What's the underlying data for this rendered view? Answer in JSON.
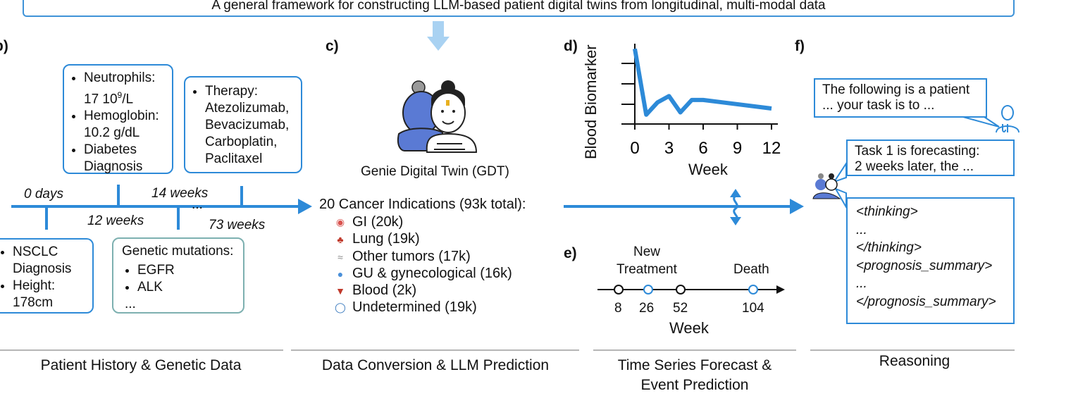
{
  "banner": {
    "text": "A general framework for constructing LLM-based patient digital twins from longitudinal, multi-modal data"
  },
  "panels": {
    "b": "b)",
    "c": "c)",
    "d": "d)",
    "e": "e)",
    "f": "f)"
  },
  "panel_b": {
    "labs_box": {
      "item1_a": "Neutrophils:",
      "item1_b_prefix": "17 10",
      "item1_b_sup": "9",
      "item1_b_suffix": "/L",
      "item2_a": "Hemoglobin:",
      "item2_b": "10.2 g/dL",
      "item3_a": "Diabetes",
      "item3_b": "Diagnosis"
    },
    "therapy_box": {
      "item_a": "Therapy:",
      "lines": [
        "Atezolizumab,",
        "Bevacizumab,",
        "Carboplatin,",
        "Paclitaxel"
      ]
    },
    "diagnosis_box": {
      "item1_a": "NSCLC",
      "item1_b": "Diagnosis",
      "item2_a": "Height:",
      "item2_b": "178cm"
    },
    "genetic_box": {
      "title": "Genetic mutations:",
      "items": [
        "EGFR",
        "ALK"
      ],
      "more": "..."
    },
    "timeline": {
      "t0": "0 days",
      "t1": "12 weeks",
      "t2": "14 weeks",
      "ellipsis": "...",
      "t3": "73 weeks"
    },
    "caption": "Patient History & Genetic Data"
  },
  "panel_c": {
    "twin_label": "Genie Digital Twin (GDT)",
    "indications_title": "20 Cancer Indications (93k total):",
    "indications": [
      {
        "icon": "stomach-icon",
        "label": "GI (20k)",
        "color": "#d9534f"
      },
      {
        "icon": "lungs-icon",
        "label": "Lung (19k)",
        "color": "#c0392b"
      },
      {
        "icon": "ribbon-icon",
        "label": "Other tumors (17k)",
        "color": "#888888"
      },
      {
        "icon": "droplet-icon",
        "label": "GU & gynecological (16k)",
        "color": "#4a90d9"
      },
      {
        "icon": "blood-bag-icon",
        "label": "Blood (2k)",
        "color": "#c0392b"
      },
      {
        "icon": "globe-icon",
        "label": "Undetermined (19k)",
        "color": "#3b7bbf"
      }
    ],
    "caption": "Data Conversion & LLM Prediction"
  },
  "panel_d": {
    "chart_data": {
      "type": "line",
      "x": [
        0,
        1,
        2,
        3,
        4,
        5,
        6,
        12
      ],
      "series": [
        {
          "values": [
            0.97,
            0.12,
            0.28,
            0.36,
            0.15,
            0.31,
            0.31,
            0.2
          ]
        }
      ],
      "xlabel": "Week",
      "ylabel": "Blood Biomarker",
      "xticks": [
        "0",
        "3",
        "6",
        "9",
        "12"
      ],
      "xlim": [
        0,
        12
      ],
      "ylim": [
        0,
        1
      ]
    }
  },
  "panel_e": {
    "event_new": [
      "New",
      "Treatment"
    ],
    "event_death": "Death",
    "ticks": [
      "8",
      "26",
      "52",
      "104"
    ],
    "xlabel": "Week",
    "caption": [
      "Time Series Forecast &",
      "Event Prediction"
    ]
  },
  "panel_f": {
    "prompt": [
      "The following is a patient",
      "... your task is to ..."
    ],
    "task": [
      "Task 1 is forecasting:",
      "2 weeks later, the ..."
    ],
    "response": [
      "<thinking>",
      "...",
      "</thinking>",
      "<prognosis_summary>",
      "...",
      "</prognosis_summary>"
    ],
    "caption": "Reasoning"
  },
  "colors": {
    "accent": "#2d8ad8",
    "accent_light": "#a9d2f2",
    "teal": "#7db0b0",
    "divider": "#b5b5b5"
  }
}
